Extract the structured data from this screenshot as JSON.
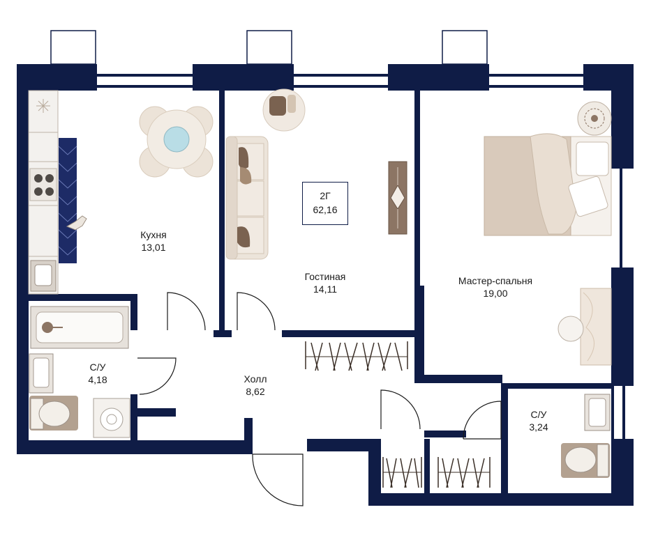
{
  "colors": {
    "wall": "#0f1c46",
    "floor": "#ffffff",
    "furniture": "#e2d7cb",
    "furniture_dark": "#7a6250",
    "outline": "#bdb3a8"
  },
  "apartment": {
    "type": "2Г",
    "total_area": "62,16"
  },
  "rooms": [
    {
      "id": "kitchen",
      "name": "Кухня",
      "area": "13,01"
    },
    {
      "id": "living",
      "name": "Гостиная",
      "area": "14,11"
    },
    {
      "id": "master",
      "name": "Мастер-спальня",
      "area": "19,00"
    },
    {
      "id": "bath1",
      "name": "С/У",
      "area": "4,18"
    },
    {
      "id": "hall",
      "name": "Холл",
      "area": "8,62"
    },
    {
      "id": "bath2",
      "name": "С/У",
      "area": "3,24"
    }
  ],
  "icons": [
    "stove-icon",
    "sink-icon",
    "bathtub-icon",
    "toilet-icon",
    "washing-machine-icon",
    "bed-icon",
    "sofa-icon",
    "dining-table-icon",
    "armchair-icon",
    "wardrobe-icon",
    "door-icon",
    "window-icon",
    "cat-icon"
  ]
}
